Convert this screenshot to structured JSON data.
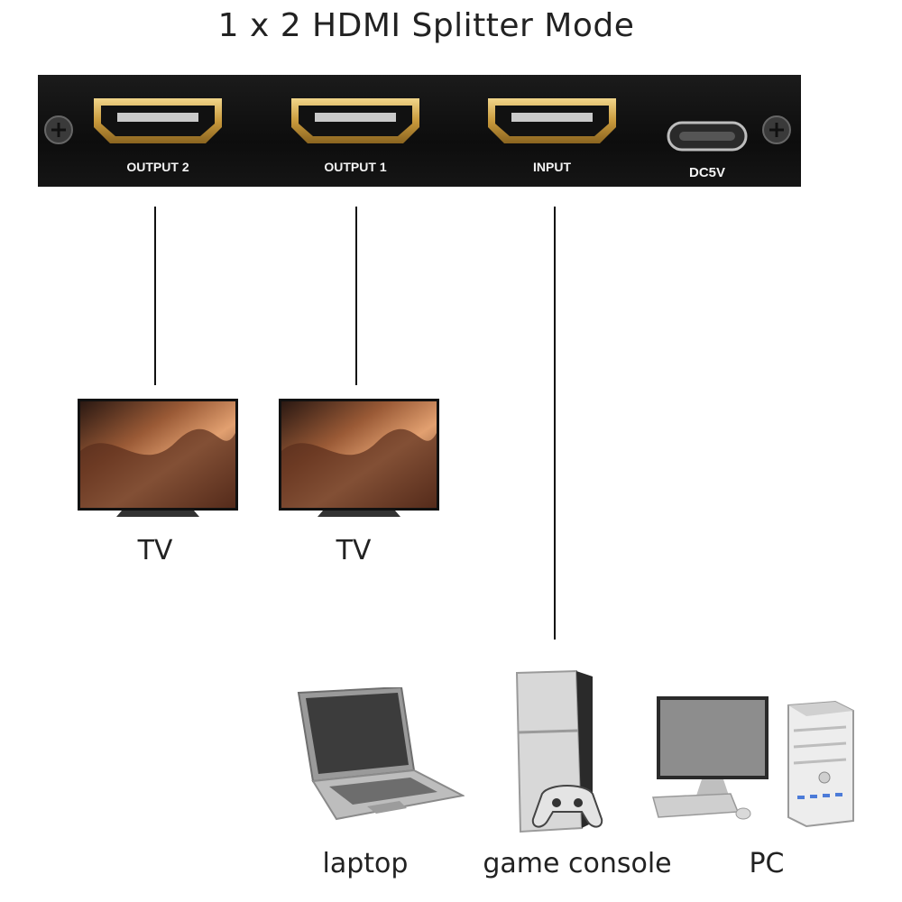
{
  "title": "1 x 2 HDMI Splitter Mode",
  "panel": {
    "ports": [
      {
        "label": "OUTPUT 2"
      },
      {
        "label": "OUTPUT 1"
      },
      {
        "label": "INPUT"
      }
    ],
    "power_label": "DC5V"
  },
  "outputs": [
    {
      "label": "TV"
    },
    {
      "label": "TV"
    }
  ],
  "sources": [
    {
      "label": "laptop"
    },
    {
      "label": "game console"
    },
    {
      "label": "PC"
    }
  ]
}
